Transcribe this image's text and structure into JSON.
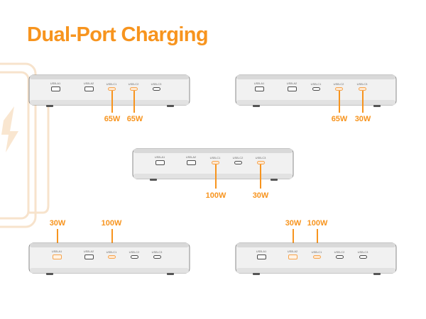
{
  "title": "Dual-Port Charging",
  "accent_color": "#f7941e",
  "port_labels": {
    "usb_a1": "USB-A1",
    "usb_a2": "USB-A2",
    "usb_c1": "USB-C1",
    "usb_c2": "USB-C2",
    "usb_c3": "USB-C3"
  },
  "configs": [
    {
      "name": "hub-top-left",
      "active": [
        "usb_c1",
        "usb_c2"
      ],
      "watts": [
        "65W",
        "65W"
      ]
    },
    {
      "name": "hub-top-right",
      "active": [
        "usb_c2",
        "usb_c3"
      ],
      "watts": [
        "65W",
        "30W"
      ]
    },
    {
      "name": "hub-middle",
      "active": [
        "usb_c1",
        "usb_c3"
      ],
      "watts": [
        "100W",
        "30W"
      ]
    },
    {
      "name": "hub-bottom-left",
      "active": [
        "usb_a1",
        "usb_c1"
      ],
      "watts": [
        "30W",
        "100W"
      ]
    },
    {
      "name": "hub-bottom-right",
      "active": [
        "usb_a2",
        "usb_c1"
      ],
      "watts": [
        "30W",
        "100W"
      ]
    }
  ]
}
